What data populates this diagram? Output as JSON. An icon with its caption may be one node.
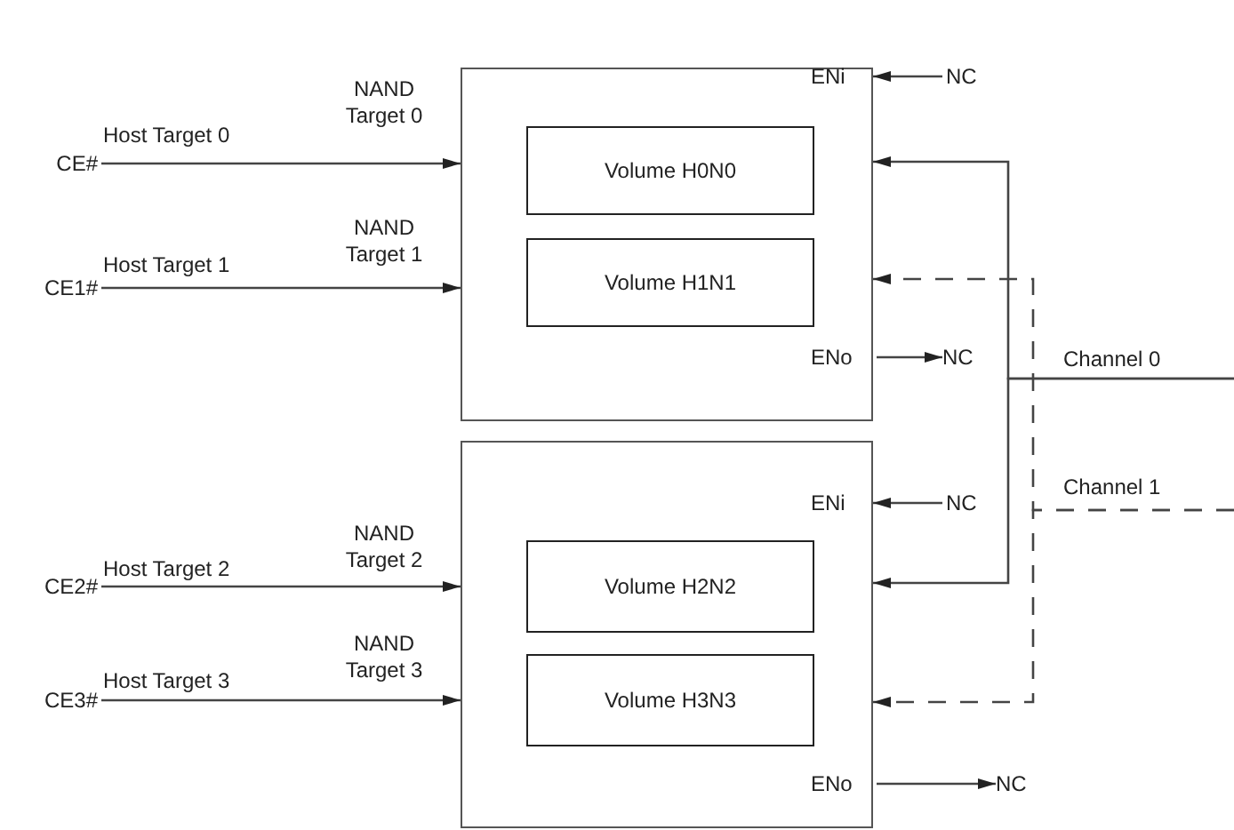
{
  "diagram": {
    "nodes": [
      {
        "text": [
          "ENi",
          "ENo"
        ]
      },
      {
        "text": [
          "Volume H0N0"
        ],
        "in": 0
      },
      {
        "text": [
          "Volume H1N1"
        ],
        "in": 0
      },
      {
        "text": [
          "ENi",
          "ENo"
        ]
      },
      {
        "text": [
          "Volume H2N2"
        ],
        "in": 3
      },
      {
        "text": [
          "Volume H3N3"
        ],
        "in": 3
      },
      {
        "text": [
          "CE#"
        ]
      },
      {
        "text": [
          "CE1#"
        ]
      },
      {
        "text": [
          "CE2#"
        ]
      },
      {
        "text": [
          "CE3#"
        ]
      },
      {
        "text": [
          "NC"
        ]
      },
      {
        "text": [
          "NC"
        ]
      },
      {
        "text": [
          "NC"
        ]
      },
      {
        "text": [
          "NC"
        ]
      }
    ],
    "edges": [
      {
        "from": 6,
        "to": 0,
        "arrow": "to",
        "label": "Host Target 0"
      },
      {
        "from": 7,
        "to": 0,
        "arrow": "to",
        "label": "Host Target 1"
      },
      {
        "from": 10,
        "to": 0,
        "arrow": "to"
      },
      {
        "from": null,
        "to": 0,
        "arrow": "to",
        "label": "Channel 0"
      },
      {
        "from": null,
        "to": 0,
        "arrow": "to",
        "style": "dashed",
        "label": "Channel 1"
      },
      {
        "from": 0,
        "to": 11,
        "arrow": "to"
      },
      {
        "from": 8,
        "to": 3,
        "arrow": "to",
        "label": "Host Target 2"
      },
      {
        "from": 9,
        "to": 3,
        "arrow": "to",
        "label": "Host Target 3"
      },
      {
        "from": 12,
        "to": 3,
        "arrow": "to"
      },
      {
        "from": null,
        "to": 3,
        "arrow": "to"
      },
      {
        "from": null,
        "to": 3,
        "arrow": "to",
        "style": "dashed"
      },
      {
        "from": 3,
        "to": 13,
        "arrow": "to"
      }
    ],
    "labels": [
      "NAND Target 0",
      "NAND Target 1",
      "NAND Target 2",
      "NAND Target 3"
    ]
  }
}
